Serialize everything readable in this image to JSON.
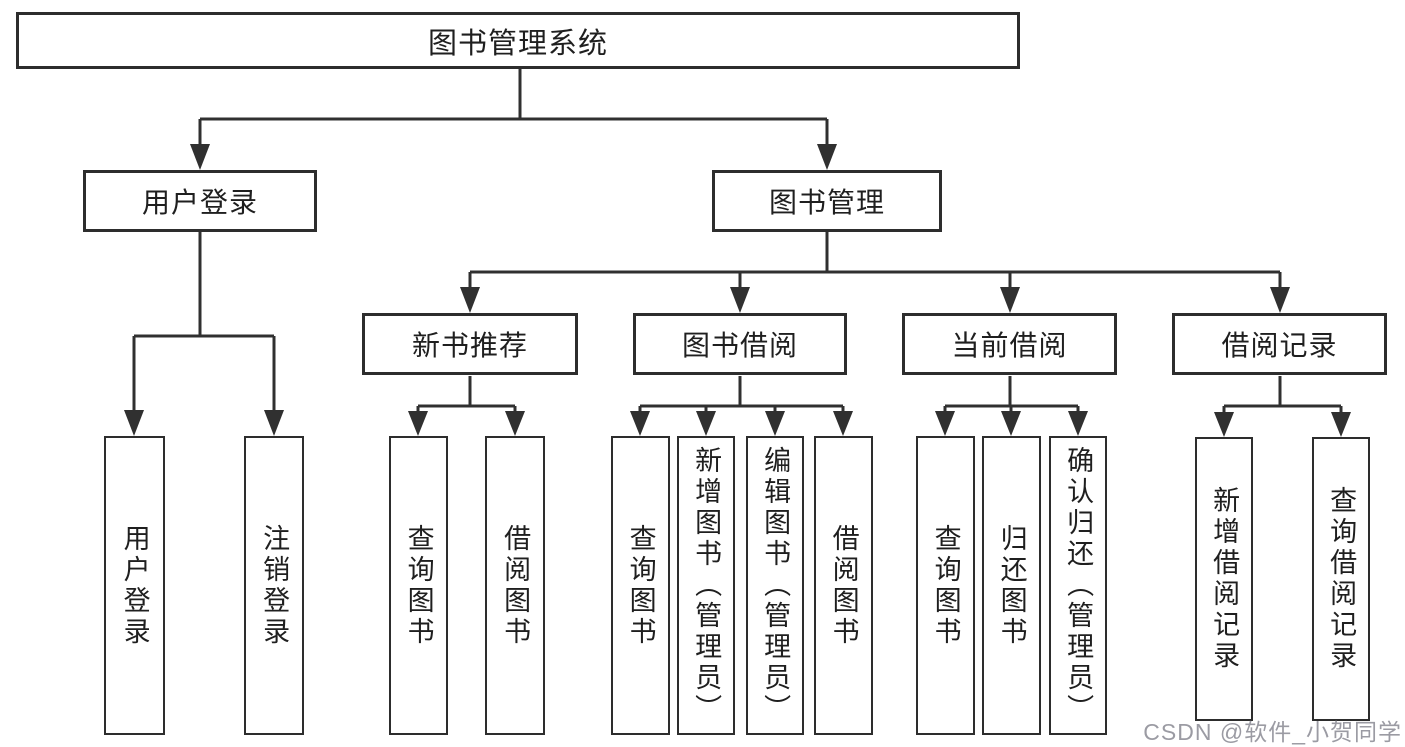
{
  "nodes": {
    "root": {
      "label": "图书管理系统"
    },
    "level2": {
      "user_login": {
        "label": "用户登录"
      },
      "book_management": {
        "label": "图书管理"
      }
    },
    "level3": {
      "new_book_recommend": {
        "label": "新书推荐"
      },
      "book_borrow": {
        "label": "图书借阅"
      },
      "current_borrow": {
        "label": "当前借阅"
      },
      "borrow_records": {
        "label": "借阅记录"
      }
    },
    "leaves": {
      "user_login_leaf": {
        "label": "用户登录"
      },
      "logout": {
        "label": "注销登录"
      },
      "recommend_query_books": {
        "label": "查询图书"
      },
      "recommend_borrow_books": {
        "label": "借阅图书"
      },
      "borrow_query_books": {
        "label": "查询图书"
      },
      "borrow_add_books": {
        "label": "新增图书（管理员）"
      },
      "borrow_edit_books": {
        "label": "编辑图书（管理员）"
      },
      "borrow_borrow_books": {
        "label": "借阅图书"
      },
      "current_query_books": {
        "label": "查询图书"
      },
      "current_return_books": {
        "label": "归还图书"
      },
      "current_confirm_return": {
        "label": "确认归还（管理员）"
      },
      "records_add_record": {
        "label": "新增借阅记录"
      },
      "records_query_record": {
        "label": "查询借阅记录"
      }
    }
  },
  "watermark": {
    "text": "CSDN @软件_小贺同学",
    "color": "#9b9ba3"
  },
  "colors": {
    "line": "#303030",
    "box_border": "#2d2d2d",
    "text": "#1f1f1f",
    "background": "#ffffff"
  }
}
